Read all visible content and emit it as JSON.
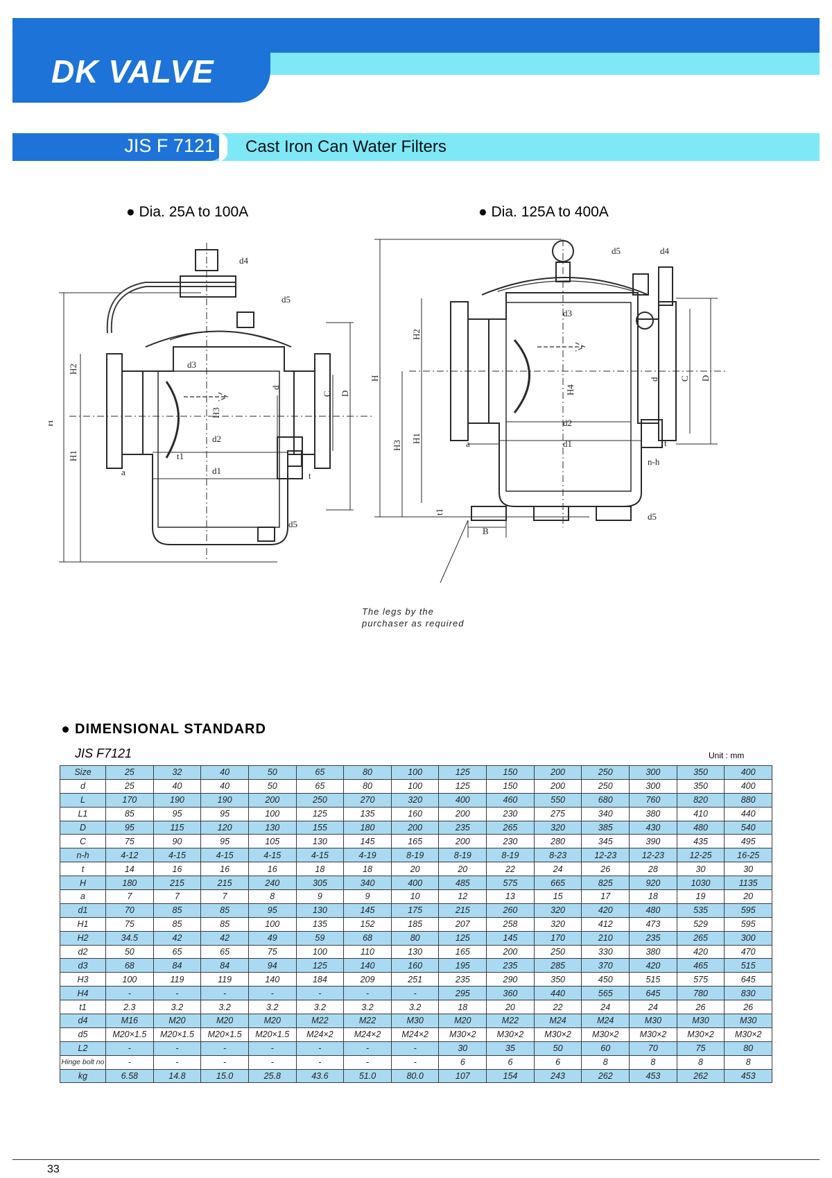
{
  "brand": "DK VALVE",
  "standard": "JIS F 7121",
  "subtitle": "Cast Iron Can Water Filters",
  "diagrams": {
    "left_caption": "● Dia. 25A to 100A",
    "right_caption": "● Dia. 125A to 400A",
    "labels": {
      "d4": "d4",
      "d5": "d5",
      "d3": "d3",
      "d2": "d2",
      "d1": "d1",
      "d": "d",
      "C": "C",
      "D": "D",
      "H": "H",
      "H1": "H1",
      "H2": "H2",
      "H3": "H3",
      "H4": "H4",
      "t1": "t1",
      "t": "t",
      "a": "a",
      "nh": "n-h",
      "B": "B"
    },
    "note_line1": "The legs by the",
    "note_line2": "purchaser as required"
  },
  "table": {
    "section_title": "DIMENSIONAL  STANDARD",
    "spec": "JIS  F7121",
    "unit": "Unit : mm",
    "rows": [
      {
        "label": "Size",
        "values": [
          "25",
          "32",
          "40",
          "50",
          "65",
          "80",
          "100",
          "125",
          "150",
          "200",
          "250",
          "300",
          "350",
          "400"
        ],
        "highlight": true
      },
      {
        "label": "d",
        "values": [
          "25",
          "40",
          "40",
          "50",
          "65",
          "80",
          "100",
          "125",
          "150",
          "200",
          "250",
          "300",
          "350",
          "400"
        ],
        "highlight": false
      },
      {
        "label": "L",
        "values": [
          "170",
          "190",
          "190",
          "200",
          "250",
          "270",
          "320",
          "400",
          "460",
          "550",
          "680",
          "760",
          "820",
          "880"
        ],
        "highlight": true
      },
      {
        "label": "L1",
        "values": [
          "85",
          "95",
          "95",
          "100",
          "125",
          "135",
          "160",
          "200",
          "230",
          "275",
          "340",
          "380",
          "410",
          "440"
        ],
        "highlight": false
      },
      {
        "label": "D",
        "values": [
          "95",
          "115",
          "120",
          "130",
          "155",
          "180",
          "200",
          "235",
          "265",
          "320",
          "385",
          "430",
          "480",
          "540"
        ],
        "highlight": true
      },
      {
        "label": "C",
        "values": [
          "75",
          "90",
          "95",
          "105",
          "130",
          "145",
          "165",
          "200",
          "230",
          "280",
          "345",
          "390",
          "435",
          "495"
        ],
        "highlight": false
      },
      {
        "label": "n-h",
        "values": [
          "4-12",
          "4-15",
          "4-15",
          "4-15",
          "4-15",
          "4-19",
          "8-19",
          "8-19",
          "8-19",
          "8-23",
          "12-23",
          "12-23",
          "12-25",
          "16-25"
        ],
        "highlight": true
      },
      {
        "label": "t",
        "values": [
          "14",
          "16",
          "16",
          "16",
          "18",
          "18",
          "20",
          "20",
          "22",
          "24",
          "26",
          "28",
          "30",
          "30"
        ],
        "highlight": false
      },
      {
        "label": "H",
        "values": [
          "180",
          "215",
          "215",
          "240",
          "305",
          "340",
          "400",
          "485",
          "575",
          "665",
          "825",
          "920",
          "1030",
          "1135"
        ],
        "highlight": true
      },
      {
        "label": "a",
        "values": [
          "7",
          "7",
          "7",
          "8",
          "9",
          "9",
          "10",
          "12",
          "13",
          "15",
          "17",
          "18",
          "19",
          "20"
        ],
        "highlight": false
      },
      {
        "label": "d1",
        "values": [
          "70",
          "85",
          "85",
          "95",
          "130",
          "145",
          "175",
          "215",
          "260",
          "320",
          "420",
          "480",
          "535",
          "595"
        ],
        "highlight": true
      },
      {
        "label": "H1",
        "values": [
          "75",
          "85",
          "85",
          "100",
          "135",
          "152",
          "185",
          "207",
          "258",
          "320",
          "412",
          "473",
          "529",
          "595"
        ],
        "highlight": false
      },
      {
        "label": "H2",
        "values": [
          "34.5",
          "42",
          "42",
          "49",
          "59",
          "68",
          "80",
          "125",
          "145",
          "170",
          "210",
          "235",
          "265",
          "300"
        ],
        "highlight": true
      },
      {
        "label": "d2",
        "values": [
          "50",
          "65",
          "65",
          "75",
          "100",
          "110",
          "130",
          "165",
          "200",
          "250",
          "330",
          "380",
          "420",
          "470"
        ],
        "highlight": false
      },
      {
        "label": "d3",
        "values": [
          "68",
          "84",
          "84",
          "94",
          "125",
          "140",
          "160",
          "195",
          "235",
          "285",
          "370",
          "420",
          "465",
          "515"
        ],
        "highlight": true
      },
      {
        "label": "H3",
        "values": [
          "100",
          "119",
          "119",
          "140",
          "184",
          "209",
          "251",
          "235",
          "290",
          "350",
          "450",
          "515",
          "575",
          "645"
        ],
        "highlight": false
      },
      {
        "label": "H4",
        "values": [
          "-",
          "-",
          "-",
          "-",
          "-",
          "-",
          "-",
          "295",
          "360",
          "440",
          "565",
          "645",
          "780",
          "830"
        ],
        "highlight": true
      },
      {
        "label": "t1",
        "values": [
          "2.3",
          "3.2",
          "3.2",
          "3.2",
          "3.2",
          "3.2",
          "3.2",
          "18",
          "20",
          "22",
          "24",
          "24",
          "26",
          "26"
        ],
        "highlight": false
      },
      {
        "label": "d4",
        "values": [
          "M16",
          "M20",
          "M20",
          "M20",
          "M22",
          "M22",
          "M30",
          "M20",
          "M22",
          "M24",
          "M24",
          "M30",
          "M30",
          "M30"
        ],
        "highlight": true
      },
      {
        "label": "d5",
        "values": [
          "M20×1.5",
          "M20×1.5",
          "M20×1.5",
          "M20×1.5",
          "M24×2",
          "M24×2",
          "M24×2",
          "M30×2",
          "M30×2",
          "M30×2",
          "M30×2",
          "M30×2",
          "M30×2",
          "M30×2"
        ],
        "highlight": false
      },
      {
        "label": "L2",
        "values": [
          "-",
          "-",
          "-",
          "-",
          "-",
          "-",
          "-",
          "30",
          "35",
          "50",
          "60",
          "70",
          "75",
          "80"
        ],
        "highlight": true
      },
      {
        "label": "Hinge bolt no",
        "values": [
          "-",
          "-",
          "-",
          "-",
          "-",
          "-",
          "-",
          "6",
          "6",
          "6",
          "8",
          "8",
          "8",
          "8"
        ],
        "highlight": false
      },
      {
        "label": "kg",
        "values": [
          "6.58",
          "14.8",
          "15.0",
          "25.8",
          "43.6",
          "51.0",
          "80.0",
          "107",
          "154",
          "243",
          "262",
          "453",
          "262",
          "453"
        ],
        "highlight": true
      }
    ]
  },
  "page_number": "33",
  "colors": {
    "brand_blue": "#1d73d8",
    "band_cyan": "#7fe8f6",
    "row_highlight": "#a9daf2"
  }
}
